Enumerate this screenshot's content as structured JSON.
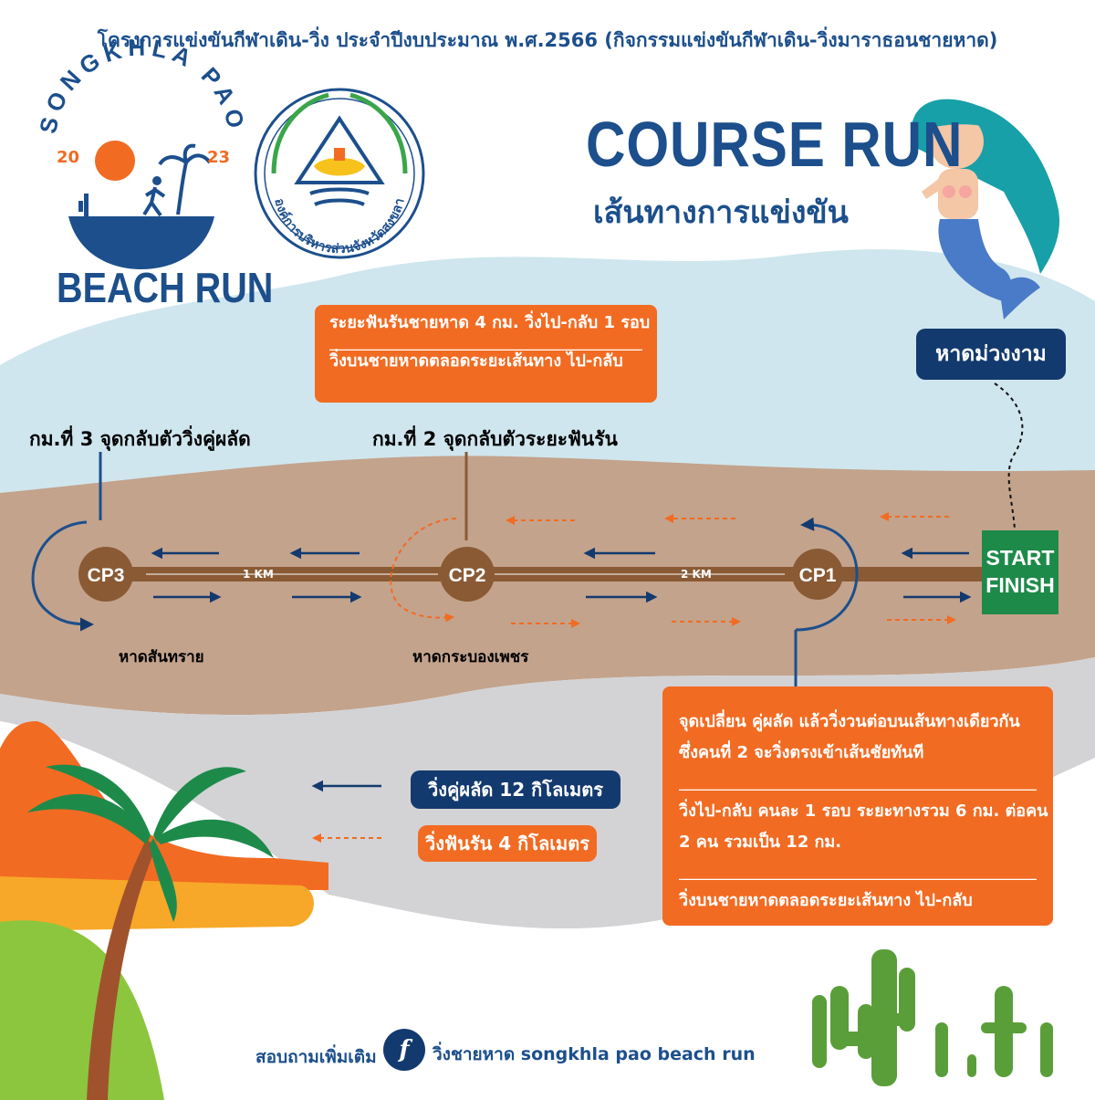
{
  "header": {
    "title": "โครงการแข่งขันกีฬาเดิน-วิ่ง ประจำปีงบประมาณ พ.ศ.2566 (กิจกรรมแข่งขันกีฬาเดิน-วิ่งมาราธอนชายหาด)"
  },
  "event_logo": {
    "arc_text": "SONGKHLA PAO",
    "year_left": "20",
    "year_right": "23",
    "name": "BEACH RUN",
    "icon": "runner-palm-sunset-logo"
  },
  "org_seal": {
    "icon": "songkhla-pao-seal",
    "ring_text": "องค์การบริหารส่วนจังหวัดสงขลา"
  },
  "title": {
    "main": "COURSE RUN",
    "sub": "เส้นทางการแข่งขัน"
  },
  "mermaid": {
    "icon": "mermaid-icon",
    "location": "หาดม่วงงาม"
  },
  "fun_run_box": {
    "line1": "ระยะฟันรันชายหาด 4 กม. วิ่งไป-กลับ 1 รอบ",
    "separator": "___________________________________________",
    "line2": "วิ่งบนชายหาดตลอดระยะเส้นทาง ไป-กลับ"
  },
  "course": {
    "turn_km3": "กม.ที่ 3 จุดกลับตัววิ่งคู่ผลัด",
    "turn_km2": "กม.ที่ 2 จุดกลับตัวระยะฟันรัน",
    "checkpoints": [
      "CP3",
      "CP2",
      "CP1"
    ],
    "segment_1": "1 KM",
    "segment_2": "2 KM",
    "start": "START",
    "finish": "FINISH",
    "beach_cp3": "หาดสันทราย",
    "beach_cp2": "หาดกระบองเพชร"
  },
  "relay_box": {
    "line1": "จุดเปลี่ยน คู่ผลัด แล้ววิ่งวนต่อบนเส้นทางเดียวกัน",
    "line2": "ซึ่งคนที่ 2 จะวิ่งตรงเข้าเส้นชัยทันที",
    "separator": "_______________________________________________",
    "line3": "วิ่งไป-กลับ คนละ 1 รอบ ระยะทางรวม 6 กม. ต่อคน",
    "line4": "2 คน รวมเป็น 12 กม.",
    "line5": "วิ่งบนชายหาดตลอดระยะเส้นทาง ไป-กลับ"
  },
  "legend": {
    "relay": "วิ่งคู่ผลัด 12 กิโลเมตร",
    "fun_run": "วิ่งฟันรัน 4 กิโลเมตร"
  },
  "footer": {
    "contact": "สอบถามเพิ่มเติม",
    "facebook_icon": "facebook-icon",
    "facebook_glyph": "f",
    "page": "วิ่งชายหาด songkhla pao beach run"
  },
  "colors": {
    "navy": "#133a6e",
    "title_blue": "#1c4f8c",
    "orange": "#f26b22",
    "sand": "#c3a38c",
    "sea": "#cfe6ee",
    "path_brown": "#8a5a34",
    "green": "#1e8a4a"
  }
}
